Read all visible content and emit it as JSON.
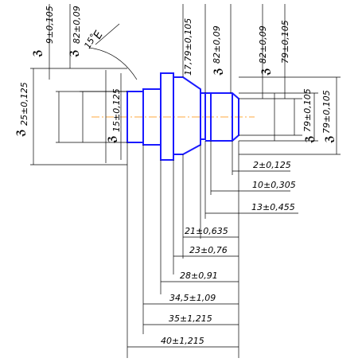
{
  "linear_dims": [
    {
      "id": "d1",
      "text": "2±0,125"
    },
    {
      "id": "d2",
      "text": "10±0,305"
    },
    {
      "id": "d3",
      "text": "13±0,455"
    },
    {
      "id": "d4",
      "text": "21±0,635"
    },
    {
      "id": "d5",
      "text": "23±0,76"
    },
    {
      "id": "d6",
      "text": "28±0,91"
    },
    {
      "id": "d7",
      "text": "34,5±1,09"
    },
    {
      "id": "d8",
      "text": "35±1,215"
    },
    {
      "id": "d9",
      "text": "40±1,215"
    }
  ],
  "diameter_dims": [
    {
      "id": "v1",
      "text": "9±0,105"
    },
    {
      "id": "v2",
      "text": "82±0,09"
    },
    {
      "id": "v3",
      "text": "17,79±0,105"
    },
    {
      "id": "v4",
      "text": "82±0,09"
    },
    {
      "id": "v5",
      "text": "82±0,09"
    },
    {
      "id": "v6",
      "text": "79±0,105"
    },
    {
      "id": "v7",
      "text": "25±0,125"
    },
    {
      "id": "v8",
      "text": "15±0,125"
    },
    {
      "id": "v9",
      "text": "79±0,105"
    },
    {
      "id": "v10",
      "text": "79±0,105"
    }
  ],
  "angle_label": "15°",
  "chamfer_label": "E"
}
